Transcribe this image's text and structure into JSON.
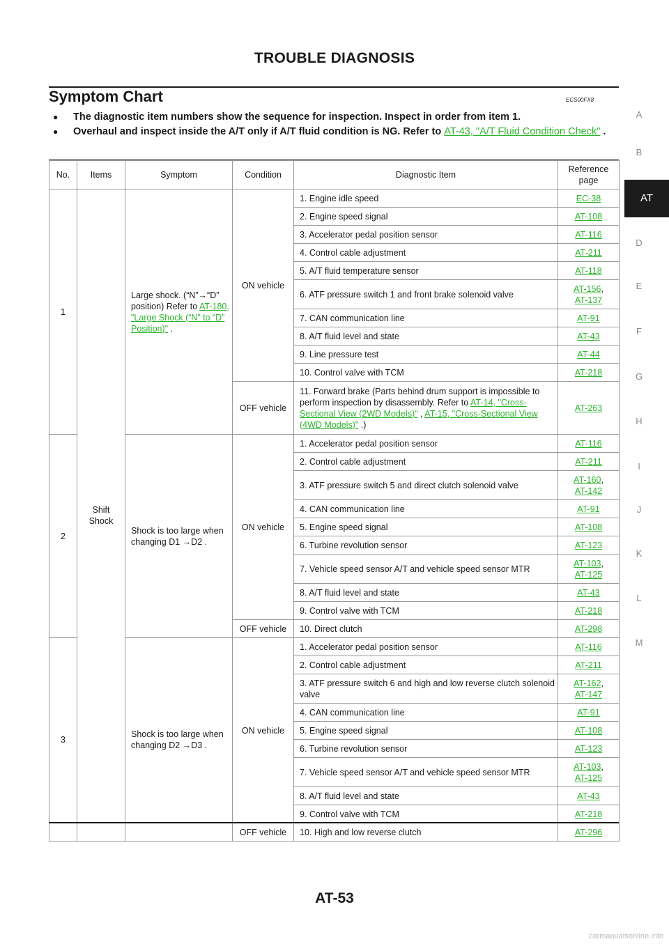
{
  "header": {
    "title": "TROUBLE DIAGNOSIS",
    "page_number": "AT-53"
  },
  "section": {
    "title": "Symptom Chart",
    "code": "ECS00FX8"
  },
  "bullets": [
    {
      "text": "The diagnostic item numbers show the sequence for inspection. Inspect in order from item 1."
    },
    {
      "text": "Overhaul and inspect inside the A/T only if A/T fluid condition is NG. Refer to ",
      "link": "AT-43, \"A/T Fluid Condition Check\"",
      "suffix": " ."
    }
  ],
  "side_index": [
    "A",
    "B",
    "AT",
    "D",
    "E",
    "F",
    "G",
    "H",
    "I",
    "J",
    "K",
    "L",
    "M"
  ],
  "side_active": "AT",
  "table": {
    "headers": {
      "no": "No.",
      "items": "Items",
      "symptom": "Symptom",
      "condition": "Condition",
      "diag": "Diagnostic Item",
      "ref": "Reference page"
    },
    "items_label": "Shift Shock",
    "groups": [
      {
        "no": "1",
        "symptom_text": "Large shock. (“N”→“D” position) Refer to ",
        "symptom_link": "AT-180, \"Large Shock (“N” to “D” Position)\"",
        "symptom_suffix": " .",
        "conditions": [
          {
            "label": "ON vehicle",
            "rows": [
              {
                "item": "1. Engine idle speed",
                "ref": [
                  "EC-38"
                ]
              },
              {
                "item": "2. Engine speed signal",
                "ref": [
                  "AT-108"
                ]
              },
              {
                "item": "3. Accelerator pedal position sensor",
                "ref": [
                  "AT-116"
                ]
              },
              {
                "item": "4. Control cable adjustment",
                "ref": [
                  "AT-211"
                ]
              },
              {
                "item": "5. A/T fluid temperature sensor",
                "ref": [
                  "AT-118"
                ]
              },
              {
                "item": "6. ATF pressure switch 1 and front brake solenoid valve",
                "ref": [
                  "AT-156",
                  "AT-137"
                ]
              },
              {
                "item": "7. CAN communication line",
                "ref": [
                  "AT-91"
                ]
              },
              {
                "item": "8. A/T fluid level and state",
                "ref": [
                  "AT-43"
                ]
              },
              {
                "item": "9. Line pressure test",
                "ref": [
                  "AT-44"
                ]
              },
              {
                "item": "10. Control valve with TCM",
                "ref": [
                  "AT-218"
                ]
              }
            ]
          },
          {
            "label": "OFF vehicle",
            "rows": [
              {
                "item": "11. Forward brake (Parts behind drum support is impossible to perform inspection by disassembly. Refer to ",
                "links": [
                  "AT-14, \"Cross-Sectional View (2WD Models)\"",
                  "AT-15, \"Cross-Sectional View (4WD Models)\""
                ],
                "item_suffix": " .)",
                "ref": [
                  "AT-263"
                ]
              }
            ]
          }
        ]
      },
      {
        "no": "2",
        "symptom_text": "Shock is too large when changing D1 →D2 .",
        "conditions": [
          {
            "label": "ON vehicle",
            "rows": [
              {
                "item": "1. Accelerator pedal position sensor",
                "ref": [
                  "AT-116"
                ]
              },
              {
                "item": "2. Control cable adjustment",
                "ref": [
                  "AT-211"
                ]
              },
              {
                "item": "3. ATF pressure switch 5 and direct clutch solenoid valve",
                "ref": [
                  "AT-160",
                  "AT-142"
                ]
              },
              {
                "item": "4. CAN communication line",
                "ref": [
                  "AT-91"
                ]
              },
              {
                "item": "5. Engine speed signal",
                "ref": [
                  "AT-108"
                ]
              },
              {
                "item": "6. Turbine revolution sensor",
                "ref": [
                  "AT-123"
                ]
              },
              {
                "item": "7. Vehicle speed sensor A/T and vehicle speed sensor MTR",
                "ref": [
                  "AT-103",
                  "AT-125"
                ]
              },
              {
                "item": "8. A/T fluid level and state",
                "ref": [
                  "AT-43"
                ]
              },
              {
                "item": "9. Control valve with TCM",
                "ref": [
                  "AT-218"
                ]
              }
            ]
          },
          {
            "label": "OFF vehicle",
            "rows": [
              {
                "item": "10. Direct clutch",
                "ref": [
                  "AT-298"
                ]
              }
            ]
          }
        ]
      },
      {
        "no": "3",
        "symptom_text": "Shock is too large when changing D2 →D3 .",
        "conditions": [
          {
            "label": "ON vehicle",
            "rows": [
              {
                "item": "1. Accelerator pedal position sensor",
                "ref": [
                  "AT-116"
                ]
              },
              {
                "item": "2. Control cable adjustment",
                "ref": [
                  "AT-211"
                ]
              },
              {
                "item": "3. ATF pressure switch 6 and high and low reverse clutch solenoid valve",
                "ref": [
                  "AT-162",
                  "AT-147"
                ]
              },
              {
                "item": "4. CAN communication line",
                "ref": [
                  "AT-91"
                ]
              },
              {
                "item": "5. Engine speed signal",
                "ref": [
                  "AT-108"
                ]
              },
              {
                "item": "6. Turbine revolution sensor",
                "ref": [
                  "AT-123"
                ]
              },
              {
                "item": "7. Vehicle speed sensor A/T and vehicle speed sensor MTR",
                "ref": [
                  "AT-103",
                  "AT-125"
                ]
              },
              {
                "item": "8. A/T fluid level and state",
                "ref": [
                  "AT-43"
                ]
              },
              {
                "item": "9. Control valve with TCM",
                "ref": [
                  "AT-218"
                ]
              }
            ]
          },
          {
            "label": "OFF vehicle",
            "rows": [
              {
                "item": "10. High and low reverse clutch",
                "ref": [
                  "AT-296"
                ]
              }
            ]
          }
        ]
      }
    ]
  },
  "watermark": "carmanualsonline.info",
  "colors": {
    "link": "#2bb52b",
    "active_tab": "#1c1c1c"
  }
}
